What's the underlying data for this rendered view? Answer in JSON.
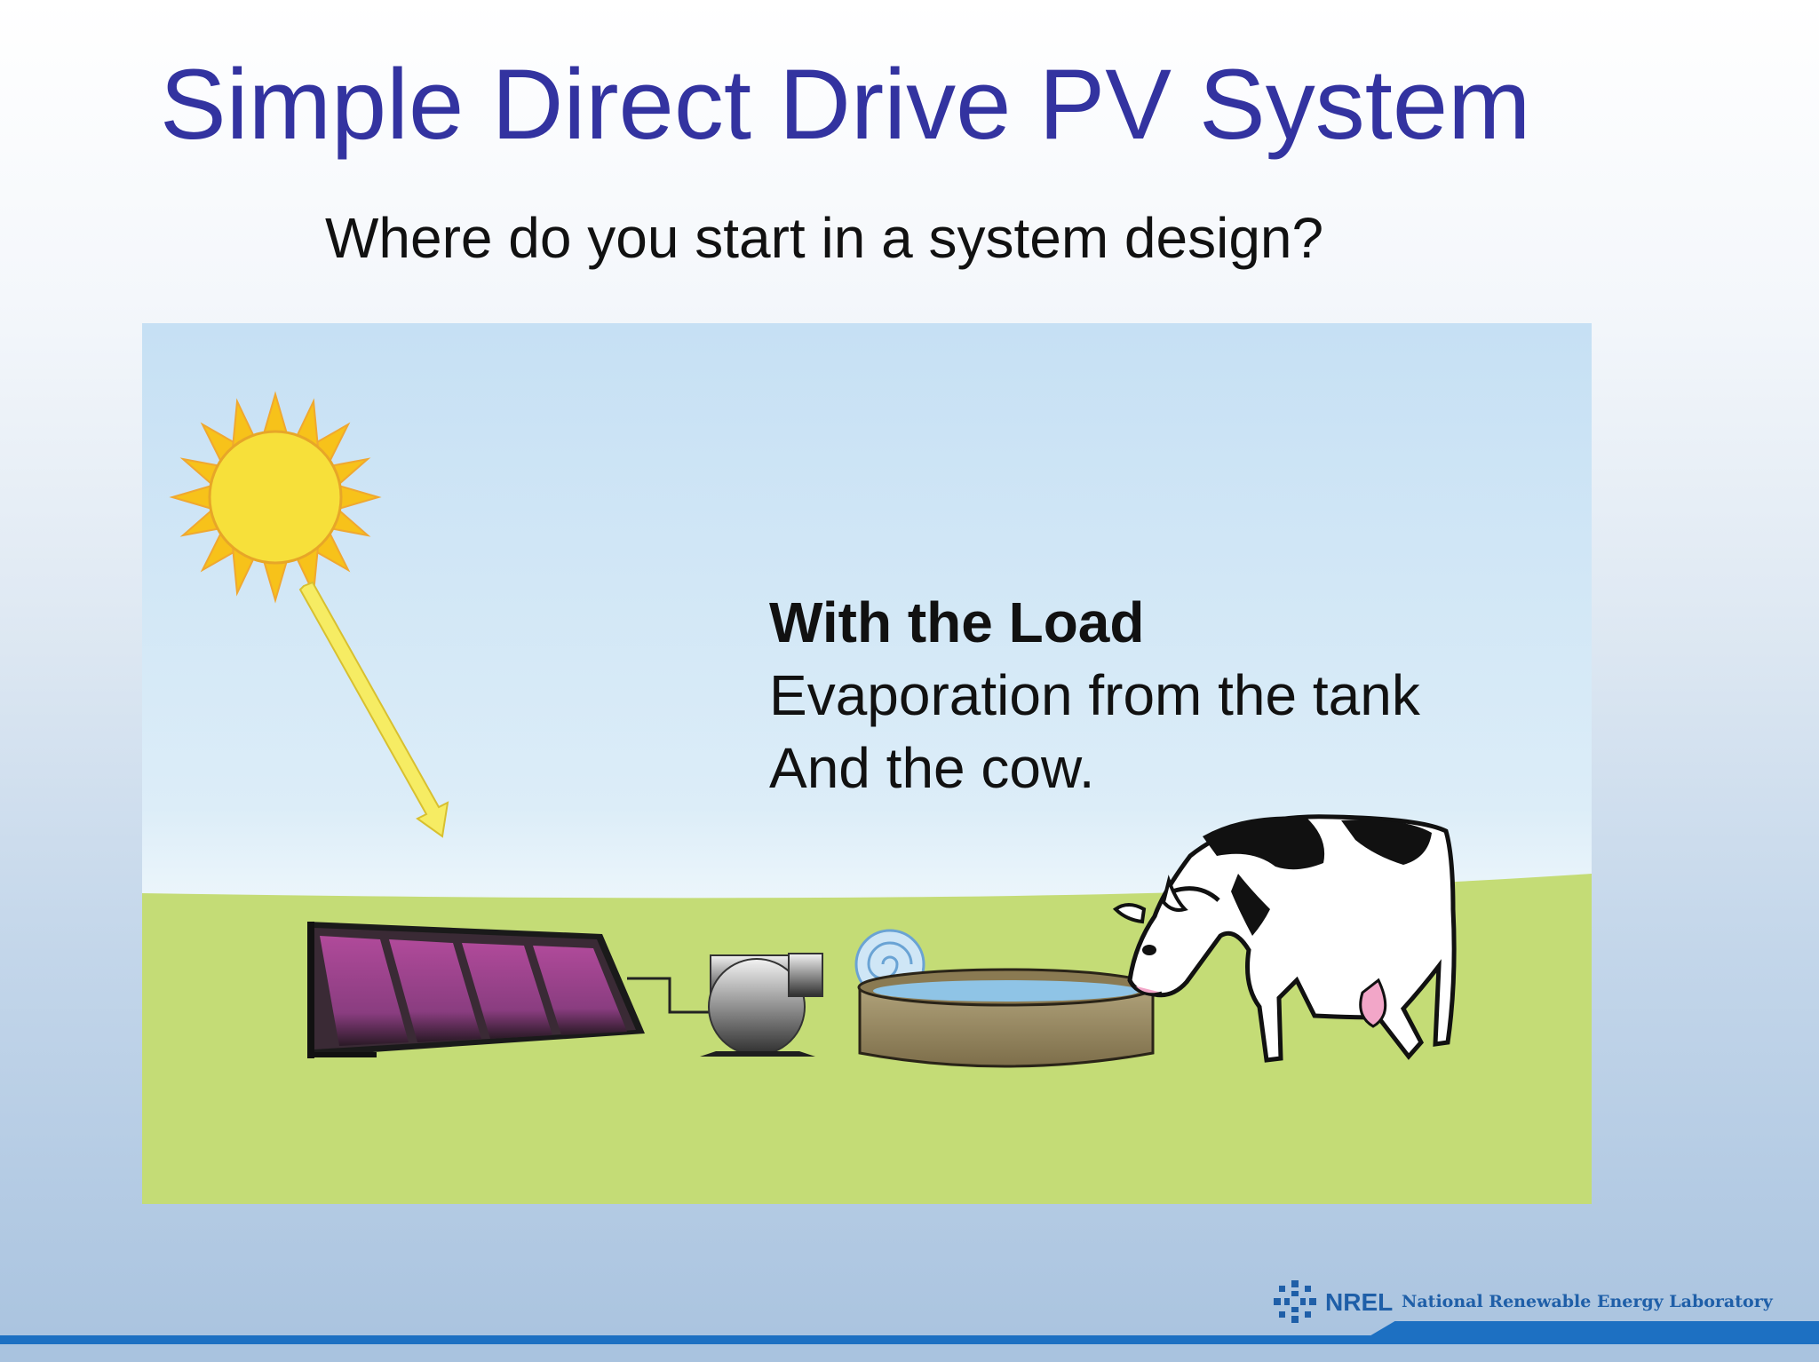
{
  "slide": {
    "title": "Simple Direct Drive PV System",
    "subtitle": "Where do you start in a system design?"
  },
  "caption": {
    "heading": "With the Load",
    "line1": "Evaporation from the tank",
    "line2": "And the cow."
  },
  "footer": {
    "logo_wordmark": "NREL",
    "organization": "National Renewable Energy Laboratory"
  },
  "colors": {
    "title": "#3333a0",
    "sky": "#cde4f4",
    "grass": "#c4dc76",
    "sun": "#f6d520",
    "panel_cells": "#a0478c",
    "footer_accent": "#1d70c2"
  },
  "icons": [
    "sun-icon",
    "sunlight-arrow-icon",
    "solar-panel-icon",
    "pump-icon",
    "water-tank-icon",
    "cow-icon",
    "nrel-logo-icon"
  ]
}
